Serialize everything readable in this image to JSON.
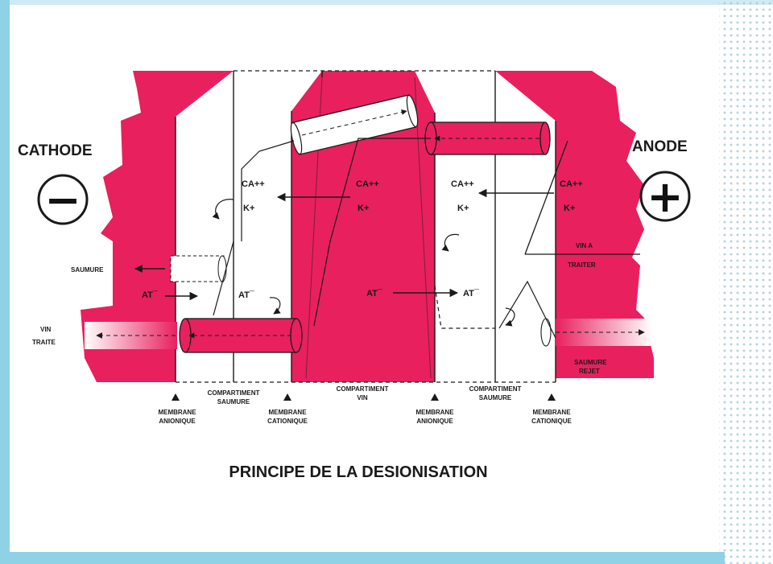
{
  "colors": {
    "accent": "#e8205e",
    "frame": "#8fd2e6",
    "ink": "#1a1a1a"
  },
  "labels": {
    "cathode": "CATHODE",
    "anode": "ANODE",
    "minus_sign": "−",
    "plus_sign": "+",
    "saumure": "SAUMURE",
    "vin_traite_1": "VIN",
    "vin_traite_2": "TRAITE",
    "vin_a_traiter_1": "VIN A",
    "vin_a_traiter_2": "TRAITER",
    "saumure_rejet_1": "SAUMURE",
    "saumure_rejet_2": "REJET",
    "title": "PRINCIPE DE LA DESIONISATION"
  },
  "ions": {
    "ca_1": "CA++",
    "k_1": "K+",
    "ca_2": "CA++",
    "k_2": "K+",
    "ca_3": "CA++",
    "k_3": "K+",
    "ca_4": "CA++",
    "k_4": "K+",
    "at_1": "AT¯",
    "at_2": "AT¯",
    "at_3": "AT¯",
    "at_4": "AT¯"
  },
  "compartments": {
    "saumure_left_1": "COMPARTIMENT",
    "saumure_left_2": "SAUMURE",
    "vin_1": "COMPARTIMENT",
    "vin_2": "VIN",
    "saumure_right_1": "COMPARTIMENT",
    "saumure_right_2": "SAUMURE"
  },
  "membranes": {
    "anionique_left_1": "MEMBRANE",
    "anionique_left_2": "ANIONIQUE",
    "cationique_left_1": "MEMBRANE",
    "cationique_left_2": "CATIONIQUE",
    "anionique_right_1": "MEMBRANE",
    "anionique_right_2": "ANIONIQUE",
    "cationique_right_1": "MEMBRANE",
    "cationique_right_2": "CATIONIQUE"
  }
}
